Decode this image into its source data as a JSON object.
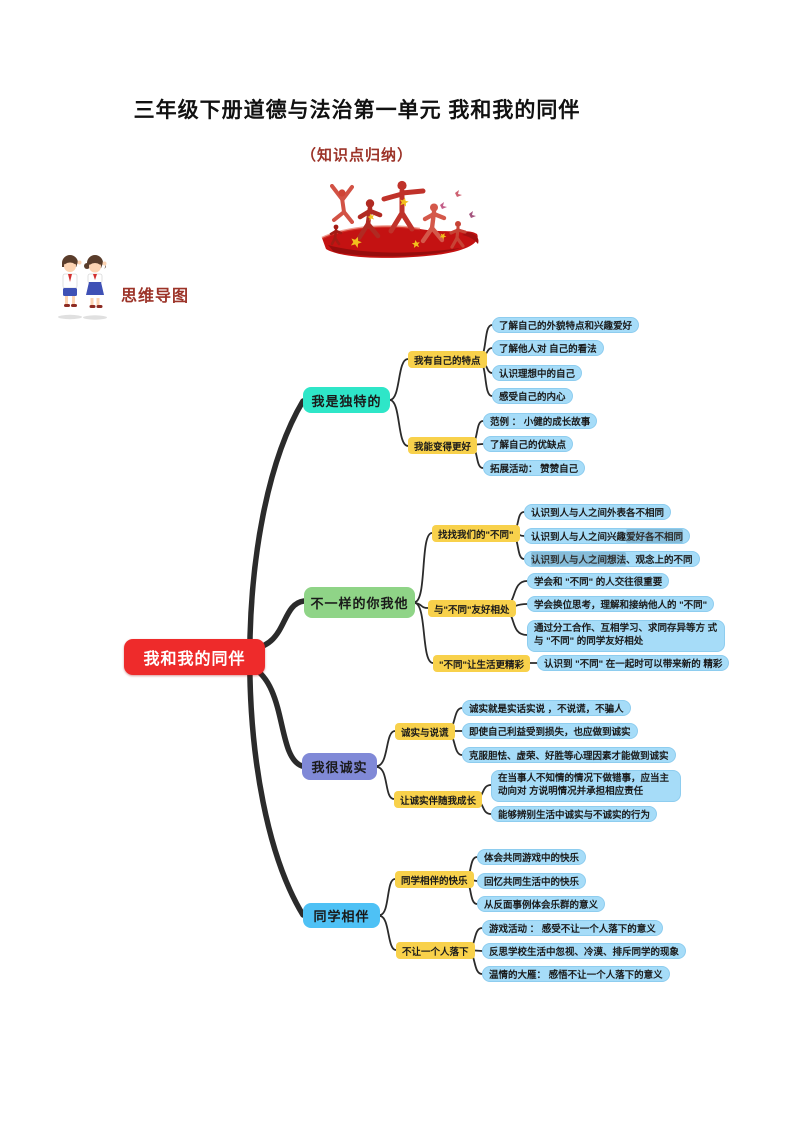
{
  "header": {
    "title": "三年级下册道德与法治第一单元 我和我的同伴",
    "subtitle": "（知识点归纳）",
    "section_label": "思维导图"
  },
  "icons": {
    "hero_image": "red-watercolor-runners-with-stars",
    "kids_image": "two-saluting-students"
  },
  "colors": {
    "root": "#ee2b2b",
    "branch_unique": "#2ee6c8",
    "branch_different": "#8fd487",
    "branch_honest": "#8089d7",
    "branch_classmates": "#4ec1f5",
    "level2": "#f8d14b",
    "leaf": "#a6dcf8",
    "selection_highlight": "#86bcd9",
    "accent_red_text": "#9c3328",
    "connector": "#2b2b2b"
  },
  "mindmap": {
    "root": "我和我的同伴",
    "branches": [
      {
        "label": "我是独特的",
        "children": [
          {
            "label": "我有自己的特点",
            "leaves": [
              "了解自己的外貌特点和兴趣爱好",
              "了解他人对 自己的看法",
              "认识理想中的自己",
              "感受自己的内心"
            ]
          },
          {
            "label": "我能变得更好",
            "leaves": [
              "范例 ： 小健的成长故事",
              "了解自己的优缺点",
              "拓展活动： 赞赞自己"
            ]
          }
        ]
      },
      {
        "label": "不一样的你我他",
        "children": [
          {
            "label": "找找我们的\"不同\"",
            "leaves": [
              "认识到人与人之间外表各不相同",
              {
                "pre": "认识到人与人之间兴趣",
                "hl": "爱好各不相同",
                "post": ""
              },
              {
                "pre": "",
                "hl": "认识到人与人之间想法",
                "post": " 、观念上的不同"
              }
            ]
          },
          {
            "label": "与\"不同\"友好相处",
            "leaves": [
              "学会和 \"不同\" 的人交往很重要",
              "学会换位思考，理解和接纳他人的 \"不同\"",
              "通过分工合作、互相学习、求同存异等方 式与 \"不同\" 的同学友好相处"
            ]
          },
          {
            "label": "\"不同\"让生活更精彩",
            "leaves": [
              "认识到 \"不同\" 在一起时可以带来新的 精彩"
            ]
          }
        ]
      },
      {
        "label": "我很诚实",
        "children": [
          {
            "label": "诚实与说谎",
            "leaves": [
              "诚实就是实话实说 ，不说谎，不骗人",
              "即使自己利益受到损失，也应做到诚实",
              "克服胆怯、虚荣、好胜等心理因素才能做到诚实"
            ]
          },
          {
            "label": "让诚实伴随我成长",
            "leaves": [
              "在当事人不知情的情况下做错事，应当主动向对 方说明情况并承担相应责任",
              "能够辨别生活中诚实与不诚实的行为"
            ]
          }
        ]
      },
      {
        "label": "同学相伴",
        "children": [
          {
            "label": "同学相伴的快乐",
            "leaves": [
              "体会共同游戏中的快乐",
              "回忆共同生活中的快乐",
              "从反面事例体会乐群的意义"
            ]
          },
          {
            "label": "不让一个人落下",
            "leaves": [
              "游戏活动 ： 感受不让一个人落下的意义",
              "反思学校生活中忽视、冷漠、排斥同学的现象",
              "温情的大雁： 感悟不让一个人落下的意义"
            ]
          }
        ]
      }
    ]
  }
}
